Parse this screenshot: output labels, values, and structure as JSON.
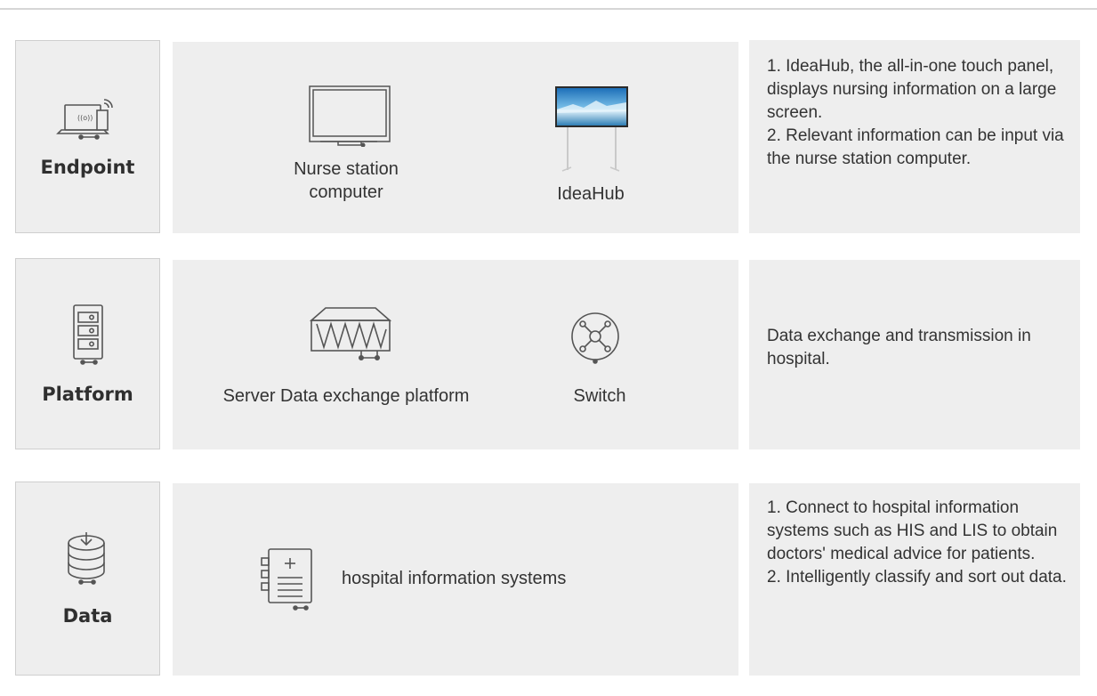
{
  "rows": [
    {
      "label": "Endpoint",
      "label_icon": "laptop-wireless-icon",
      "items": [
        {
          "caption": [
            "Nurse station",
            "computer"
          ],
          "icon": "monitor-icon"
        },
        {
          "caption": [
            "IdeaHub"
          ],
          "icon": "ideahub-screen-icon"
        }
      ],
      "description": [
        "1. IdeaHub, the all-in-one touch panel, displays nursing information on a large screen.",
        "2. Relevant information can be input via the nurse station computer."
      ]
    },
    {
      "label": "Platform",
      "label_icon": "server-rack-icon",
      "items": [
        {
          "caption": [
            "Server Data exchange platform"
          ],
          "icon": "exchange-bridge-icon"
        },
        {
          "caption": [
            "Switch"
          ],
          "icon": "switch-hub-icon"
        }
      ],
      "description": [
        "Data exchange and transmission in hospital."
      ]
    },
    {
      "label": "Data",
      "label_icon": "database-download-icon",
      "items": [
        {
          "caption": [
            "hospital information systems"
          ],
          "icon": "medical-record-icon"
        }
      ],
      "description": [
        "1. Connect to hospital information systems such as HIS and LIS to obtain doctors' medical advice for patients.",
        "2. Intelligently classify and sort out data."
      ]
    }
  ]
}
